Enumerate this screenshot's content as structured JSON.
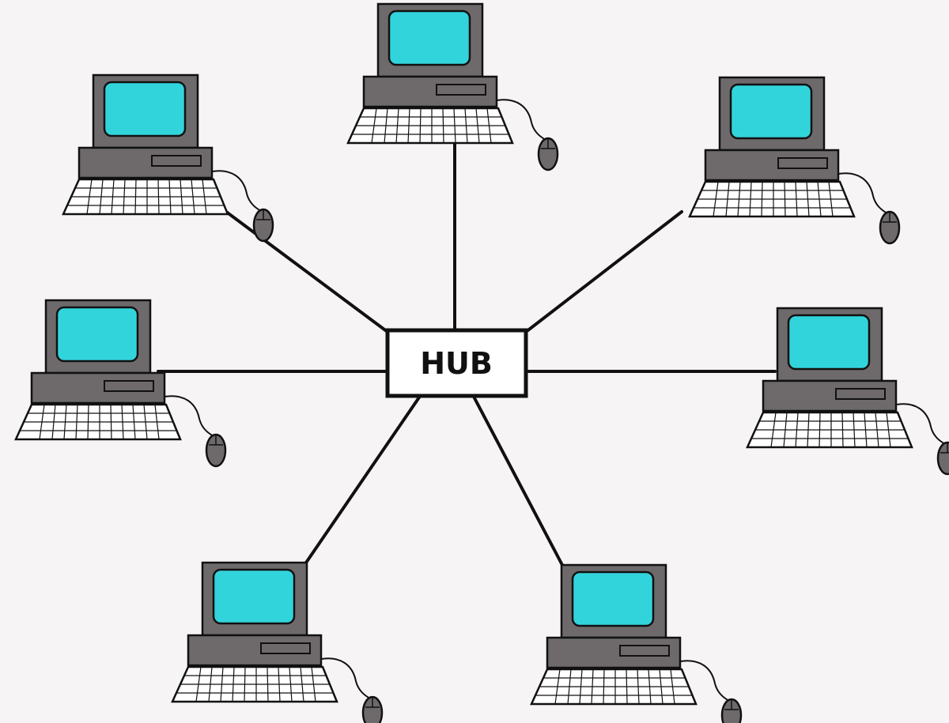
{
  "hub": {
    "label": "HUB"
  },
  "colors": {
    "background": "#f7f4f6",
    "screen": "#32d4dc",
    "casing": "#6e6a6b",
    "outline": "#111111",
    "keyboard": "#ffffff",
    "mouse": "#6e6a6b"
  },
  "computers": [
    {
      "id": "top",
      "icon": "desktop-computer-icon"
    },
    {
      "id": "top-left",
      "icon": "desktop-computer-icon"
    },
    {
      "id": "top-right",
      "icon": "desktop-computer-icon"
    },
    {
      "id": "left",
      "icon": "desktop-computer-icon"
    },
    {
      "id": "right",
      "icon": "desktop-computer-icon"
    },
    {
      "id": "bottom-left",
      "icon": "desktop-computer-icon"
    },
    {
      "id": "bottom-right",
      "icon": "desktop-computer-icon"
    }
  ],
  "connections": [
    {
      "from": "hub",
      "to": "top"
    },
    {
      "from": "hub",
      "to": "top-left"
    },
    {
      "from": "hub",
      "to": "top-right"
    },
    {
      "from": "hub",
      "to": "left"
    },
    {
      "from": "hub",
      "to": "right"
    },
    {
      "from": "hub",
      "to": "bottom-left"
    },
    {
      "from": "hub",
      "to": "bottom-right"
    }
  ]
}
